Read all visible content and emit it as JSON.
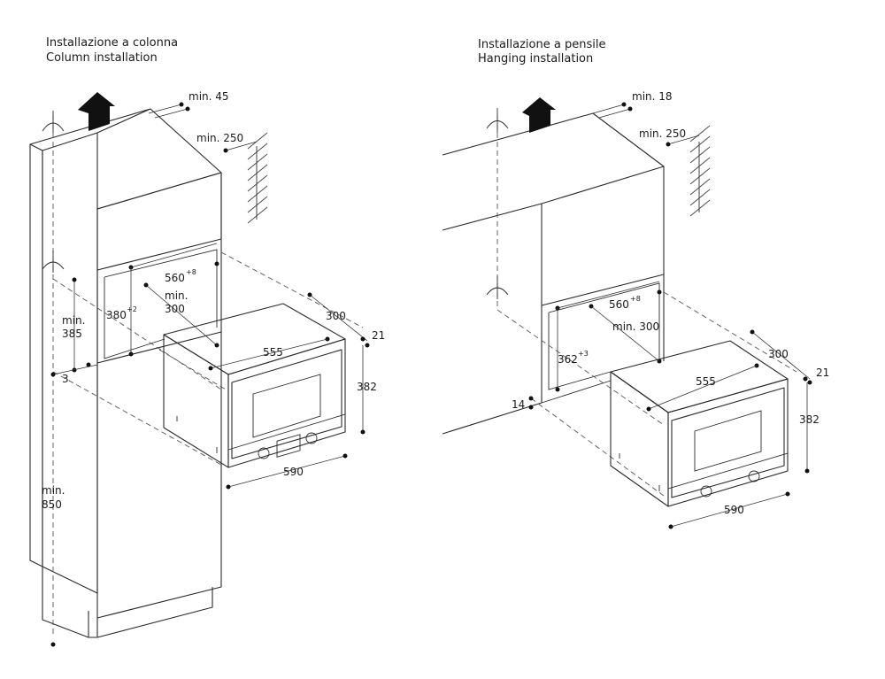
{
  "column": {
    "title_it": "Installazione a colonna",
    "title_en": "Column installation",
    "labels": {
      "top_gap": "min. 45",
      "wall_gap": "min. 250",
      "niche_width": "560",
      "niche_width_tol": "+8",
      "niche_depth_a": "min.",
      "niche_depth_b": "300",
      "niche_height": "380",
      "niche_height_tol": "+2",
      "side_min_a": "min.",
      "side_min_b": "385",
      "gap": "3",
      "floor_a": "min.",
      "floor_b": "850",
      "oven_depth": "300",
      "front_depth": "21",
      "oven_width": "555",
      "oven_height": "382",
      "front_width": "590"
    }
  },
  "hanging": {
    "title_it": "Installazione a pensile",
    "title_en": "Hanging installation",
    "labels": {
      "top_gap": "min. 18",
      "wall_gap": "min. 250",
      "niche_width": "560",
      "niche_width_tol": "+8",
      "niche_depth": "min. 300",
      "niche_height": "362",
      "niche_height_tol": "+3",
      "gap": "14",
      "oven_depth": "300",
      "front_depth": "21",
      "oven_width": "555",
      "oven_height": "382",
      "front_width": "590"
    }
  }
}
